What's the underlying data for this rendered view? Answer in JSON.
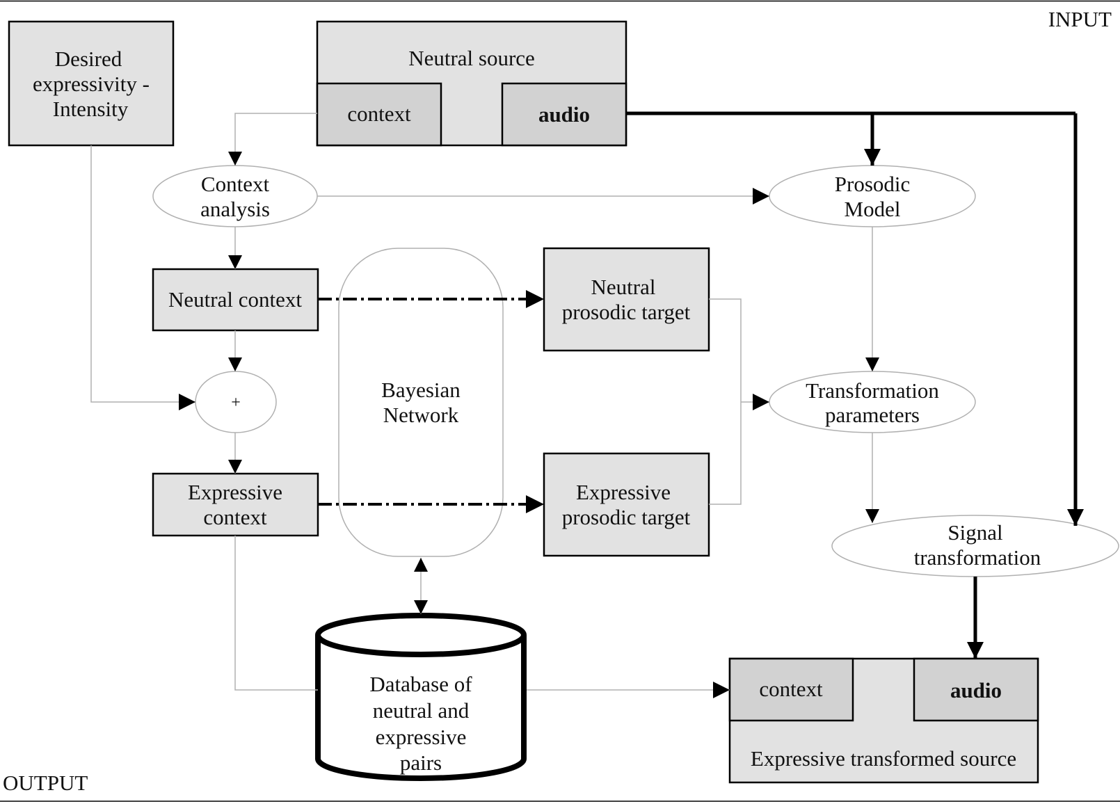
{
  "corner_labels": {
    "input": "INPUT",
    "output": "OUTPUT"
  },
  "nodes": {
    "desired_expressivity": [
      "Desired",
      "expressivity -",
      "Intensity"
    ],
    "neutral_source": {
      "title": "Neutral source",
      "context": "context",
      "audio": "audio"
    },
    "context_analysis": [
      "Context",
      "analysis"
    ],
    "prosodic_model": [
      "Prosodic",
      "Model"
    ],
    "neutral_context": "Neutral context",
    "plus_operator": "+",
    "expressive_context": [
      "Expressive",
      "context"
    ],
    "bayesian_network": [
      "Bayesian",
      "Network"
    ],
    "neutral_prosodic_target": [
      "Neutral",
      "prosodic target"
    ],
    "expressive_prosodic_target": [
      "Expressive",
      "prosodic target"
    ],
    "transformation_parameters": [
      "Transformation",
      "parameters"
    ],
    "signal_transformation": [
      "Signal",
      "transformation"
    ],
    "database": [
      "Database of",
      "neutral and",
      "expressive",
      "pairs"
    ],
    "expressive_transformed_source": {
      "title": "Expressive transformed source",
      "context": "context",
      "audio": "audio"
    }
  },
  "colors": {
    "box_fill": "#e2e2e2",
    "sub_box_fill": "#d2d2d2",
    "ellipse_fill": "#ffffff",
    "thin_line": "#b0b0b0",
    "thick_line": "#000000"
  }
}
